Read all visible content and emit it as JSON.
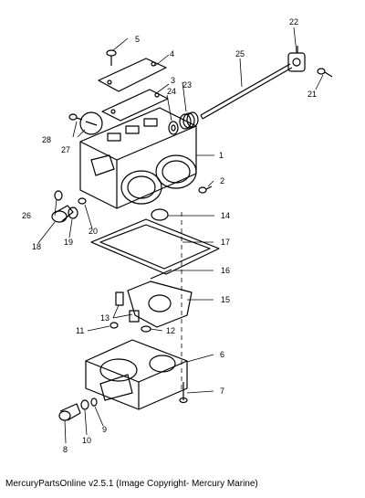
{
  "diagram": {
    "part_numbers": [
      "1",
      "2",
      "3",
      "4",
      "5",
      "6",
      "7",
      "8",
      "9",
      "10",
      "11",
      "12",
      "13",
      "14",
      "15",
      "16",
      "17",
      "18",
      "19",
      "20",
      "21",
      "22",
      "23",
      "24",
      "25",
      "26",
      "27",
      "28"
    ],
    "colors": {
      "ink": "#000000",
      "paper": "#ffffff"
    }
  },
  "caption": "MercuryPartsOnline v2.5.1 (Image Copyright- Mercury Marine)"
}
